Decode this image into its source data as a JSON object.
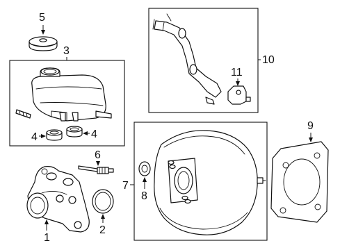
{
  "colors": {
    "line": "#111111",
    "background": "#ffffff"
  },
  "callouts": {
    "c1": "1",
    "c2": "2",
    "c3": "3",
    "c4a": "4",
    "c4b": "4",
    "c5": "5",
    "c6": "6",
    "c7": "7",
    "c8": "8",
    "c9": "9",
    "c10": "10",
    "c11": "11"
  }
}
